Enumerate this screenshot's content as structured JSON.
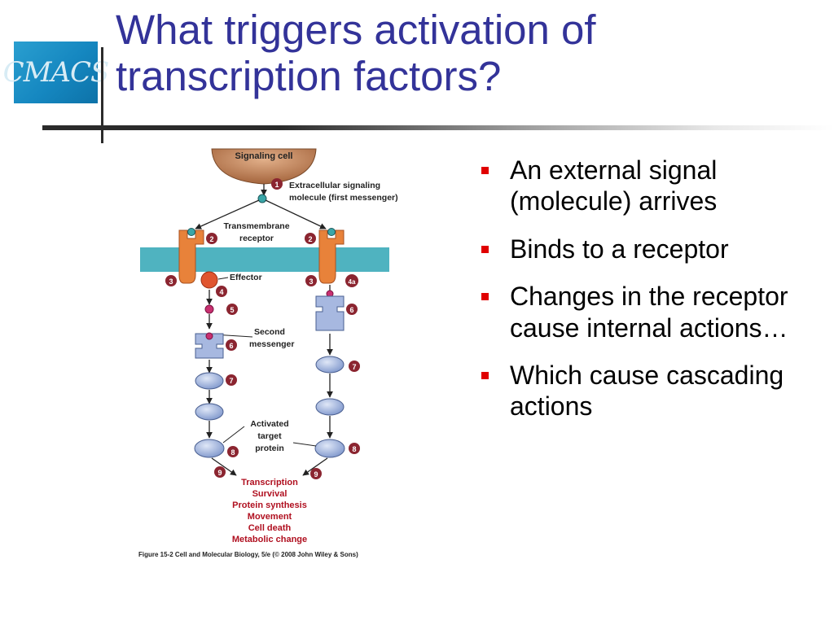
{
  "slide": {
    "title_line1": "What triggers activation of",
    "title_line2": "transcription factors?",
    "logo_text": "CMACS"
  },
  "bullets": [
    {
      "text": "An external signal (molecule) arrives"
    },
    {
      "text": "Binds to a receptor"
    },
    {
      "text": "Changes in the receptor cause internal actions…"
    },
    {
      "text": "Which cause cascading actions"
    }
  ],
  "figure": {
    "signaling_cell": "Signaling cell",
    "extracellular_line1": "Extracellular signaling",
    "extracellular_line2": "molecule (first messenger)",
    "transmembrane_line1": "Transmembrane",
    "transmembrane_line2": "receptor",
    "effector": "Effector",
    "second_line1": "Second",
    "second_line2": "messenger",
    "activated_line1": "Activated",
    "activated_line2": "target",
    "activated_line3": "protein",
    "outcomes": [
      "Transcription",
      "Survival",
      "Protein synthesis",
      "Movement",
      "Cell death",
      "Metabolic change"
    ],
    "caption": "Figure 15-2  Cell and Molecular Biology, 5/e (© 2008 John Wiley & Sons)",
    "step_labels": {
      "s1": "1",
      "s2a": "2",
      "s2b": "2",
      "s3a": "3",
      "s3b": "3",
      "s4": "4",
      "s4a": "4a",
      "s5": "5",
      "s6a": "6",
      "s6b": "6",
      "s7a": "7",
      "s7b": "7",
      "s8a": "8",
      "s8b": "8",
      "s9a": "9",
      "s9b": "9"
    }
  },
  "colors": {
    "title": "#333399",
    "bullet": "#e00000",
    "membrane": "#4fb3c0",
    "receptor": "#e8823a",
    "step_circle": "#8b2530",
    "outcome_text": "#b01020",
    "protein": "#8fa8d8"
  }
}
